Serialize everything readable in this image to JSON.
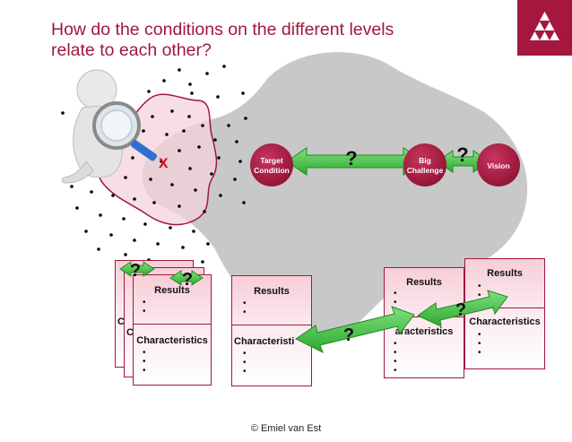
{
  "title": "How do the conditions on the different levels relate to each other?",
  "footer": "© Emiel van Est",
  "circles": {
    "target": [
      "Target",
      "Condition"
    ],
    "big": [
      "Big",
      "Challenge"
    ],
    "vision": "Vision"
  },
  "marker": "x",
  "question": "?",
  "card": {
    "results": "Results",
    "characteristics": "Characteristics",
    "characteristics_clipped": "Characteristi",
    "characteristics_clipped_left": "aracteristics",
    "frag_c": "C"
  },
  "bullet": "•",
  "colors": {
    "accent": "#a5173f",
    "arrow": "#4dd04d",
    "blob": "#c8c8c8"
  }
}
